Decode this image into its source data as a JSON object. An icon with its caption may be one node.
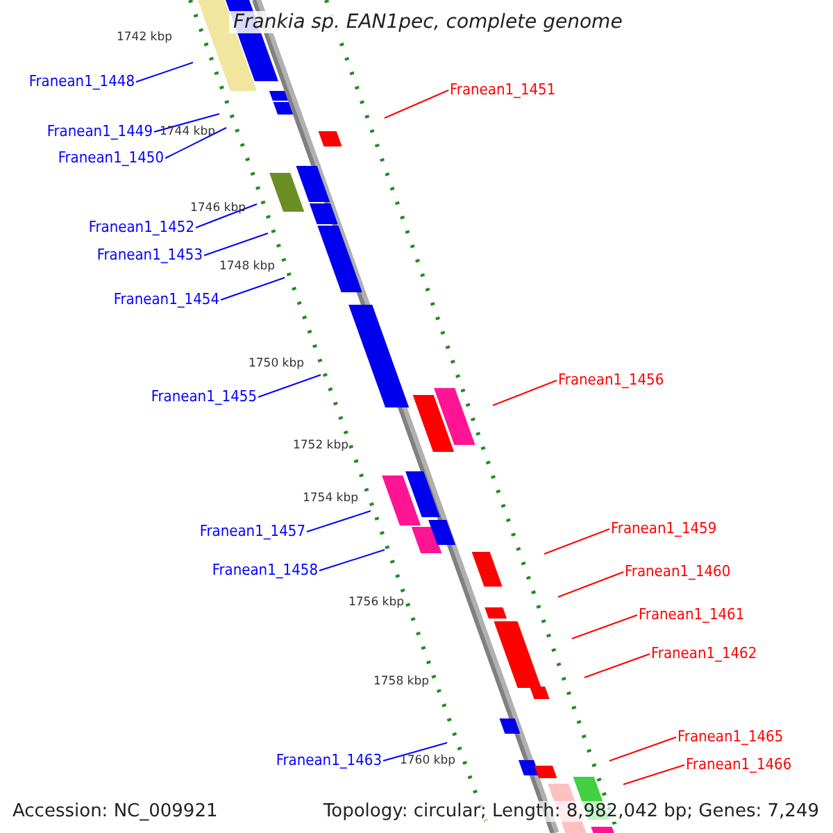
{
  "diagram": {
    "title": "Frankia sp. EAN1pec, complete genome",
    "nodes": [
      {
        "text": [
          "Franean1_1448"
        ]
      },
      {
        "text": [
          "Franean1_1451"
        ]
      },
      {
        "text": [
          "Franean1_1449"
        ]
      },
      {
        "text": [
          "Franean1_1450"
        ]
      },
      {
        "text": [
          "Franean1_1452"
        ]
      },
      {
        "text": [
          "Franean1_1453"
        ]
      },
      {
        "text": [
          "Franean1_1454"
        ]
      },
      {
        "text": [
          "Franean1_1456"
        ]
      },
      {
        "text": [
          "Franean1_1455"
        ]
      },
      {
        "text": [
          "Franean1_1459"
        ]
      },
      {
        "text": [
          "Franean1_1457"
        ]
      },
      {
        "text": [
          "Franean1_1458"
        ]
      },
      {
        "text": [
          "Franean1_1460"
        ]
      },
      {
        "text": [
          "Franean1_1461"
        ]
      },
      {
        "text": [
          "Franean1_1462"
        ]
      },
      {
        "text": [
          "Franean1_1465"
        ]
      },
      {
        "text": [
          "Franean1_1463"
        ]
      },
      {
        "text": [
          "Franean1_1466"
        ]
      }
    ],
    "edges": [
      {
        "from": 0,
        "to": null,
        "arrow": "none"
      },
      {
        "from": 1,
        "to": null,
        "arrow": "none",
        "color": "#ff0000"
      },
      {
        "from": 2,
        "to": null,
        "arrow": "none"
      },
      {
        "from": 3,
        "to": null,
        "arrow": "none"
      },
      {
        "from": 4,
        "to": null,
        "arrow": "none"
      },
      {
        "from": 5,
        "to": null,
        "arrow": "none"
      },
      {
        "from": 6,
        "to": null,
        "arrow": "none"
      },
      {
        "from": 7,
        "to": null,
        "arrow": "none",
        "color": "#ff0000"
      },
      {
        "from": 8,
        "to": null,
        "arrow": "none"
      },
      {
        "from": 9,
        "to": null,
        "arrow": "none",
        "color": "#ff0000"
      },
      {
        "from": 10,
        "to": null,
        "arrow": "none"
      },
      {
        "from": 11,
        "to": null,
        "arrow": "none"
      },
      {
        "from": 12,
        "to": null,
        "arrow": "none",
        "color": "#ff0000"
      },
      {
        "from": 13,
        "to": null,
        "arrow": "none",
        "color": "#ff0000"
      },
      {
        "from": 14,
        "to": null,
        "arrow": "none",
        "color": "#ff0000"
      },
      {
        "from": 15,
        "to": null,
        "arrow": "none",
        "color": "#ff0000"
      },
      {
        "from": 16,
        "to": null,
        "arrow": "none"
      },
      {
        "from": 17,
        "to": null,
        "arrow": "none",
        "color": "#ff0000"
      }
    ],
    "labels": [
      "1742 kbp",
      "1744 kbp",
      "1746 kbp",
      "1748 kbp",
      "1750 kbp",
      "1752 kbp",
      "1754 kbp",
      "1756 kbp",
      "1758 kbp",
      "1760 kbp",
      "Accession: NC_009921",
      "Topology: circular; Length: 8,982,042 bp; Genes: 7,249"
    ]
  }
}
